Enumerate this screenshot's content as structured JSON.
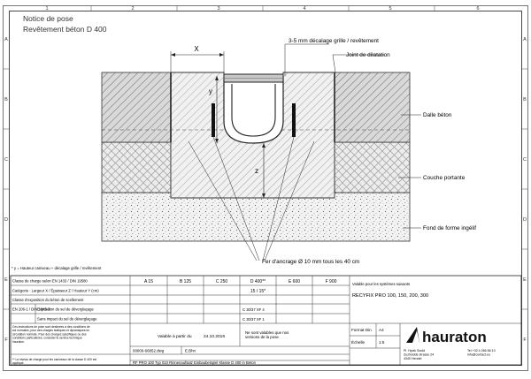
{
  "title": {
    "line1": "Notice de pose",
    "line2": "Revêtement béton D 400"
  },
  "frame": {
    "top_numbers": [
      "1",
      "2",
      "3",
      "4",
      "5",
      "6"
    ],
    "side_letters": [
      "A",
      "B",
      "C",
      "D",
      "E",
      "F"
    ]
  },
  "dimensions": {
    "x_label": "X",
    "y_label": "y",
    "z_label": "z"
  },
  "callouts": {
    "offset_note": "3-5 mm décalage grille / revêtement",
    "joint": "Joint de dilatation",
    "dalle": "Dalle béton",
    "couche": "Couche portante",
    "fond": "Fond de forme ingélif",
    "anchor": "Fer d'ancrage Ø 10 mm tous les 40 cm"
  },
  "table": {
    "note": "* y = Hauteur caniveau + décalage grille / revêtement",
    "rows": [
      {
        "label": "Classe de charge selon EN 1433 / DIN 19580",
        "cells": [
          "A 15",
          "B 125",
          "C 250",
          "D 400**",
          "E 600",
          "F 900"
        ]
      },
      {
        "label": "Catégorie : Largeur X / Épaisseur Z / Hauteur Y (cm)",
        "cells": [
          "",
          "",
          "",
          "15 / 15*",
          "",
          ""
        ]
      },
      {
        "label": "Classe d'exposition du béton de scellement",
        "cells": [
          "",
          "",
          "",
          "",
          "",
          ""
        ]
      },
      {
        "label": "EN 206-1 / DIN 1045-2",
        "sub": "Exposition du sel de déverglaçage",
        "cells": [
          "",
          "",
          "",
          "C 30/37 XF 4",
          "",
          ""
        ]
      },
      {
        "label": "",
        "sub": "Sans impact du sel de déverglaçage",
        "cells": [
          "",
          "",
          "",
          "C 30/37 XF 1",
          "",
          ""
        ]
      }
    ],
    "valid_for_label": "Valable pour les systèmes suivants",
    "valid_for_value": "RECYFIX PRO 100, 150, 200, 300",
    "disclaimer": "Ces instructions de pose sont destinées à des conditions de sol normales, pour des charges statiques et dynamiques en circulation normale. Pour des charges spécifiques ou des conditions particulières, consulter le service technique hauraton.",
    "footnote": "** Le niveau de charge pour les caniveaux de la classe D 400 est appliqué.",
    "validity_label": "Valable à partir du",
    "validity_date": "24.10.2018",
    "non_valid_note": "Ne sont valables que nos versions de la pose",
    "doc_number": "00000-66852.dwg",
    "doc_author": "E.Bhn",
    "ref_line": "RF PRO 100 Typ 010 Rinnenaufsatz Einbaubeispiel Klasse D 400 in Beton",
    "format_label": "Format Din",
    "format_value": "A4",
    "scale_label": "Échelle",
    "scale_value": "1:5"
  },
  "brand": {
    "name": "hauraton",
    "address": [
      "Pl. Hyvik Soold",
      "Zuzhsidde strasse 24",
      "4340 Hendel"
    ],
    "phone": "Tel +32 4 266 66 13",
    "email": "info@contact.eu"
  }
}
